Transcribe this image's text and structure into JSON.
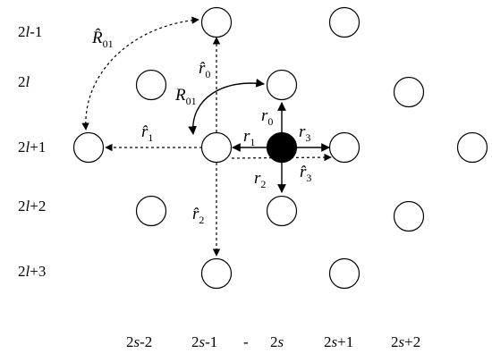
{
  "row_labels": [
    {
      "num": "2",
      "var": "l",
      "suffix": "-1"
    },
    {
      "num": "2",
      "var": "l",
      "suffix": ""
    },
    {
      "num": "2",
      "var": "l",
      "suffix": "+1"
    },
    {
      "num": "2",
      "var": "l",
      "suffix": "+2"
    },
    {
      "num": "2",
      "var": "l",
      "suffix": "+3"
    }
  ],
  "col_labels": [
    {
      "num": "2",
      "var": "s",
      "suffix": "-2"
    },
    {
      "num": "2",
      "var": "s",
      "suffix": "-1"
    },
    {
      "num": "2",
      "var": "s",
      "suffix": ""
    },
    {
      "num": "2",
      "var": "s",
      "suffix": "+1"
    },
    {
      "num": "2",
      "var": "s",
      "suffix": "+2"
    }
  ],
  "stray_dash": "-",
  "vector_labels": {
    "r0": {
      "base": "r",
      "sub": "0"
    },
    "r1": {
      "base": "r",
      "sub": "1"
    },
    "r2": {
      "base": "r",
      "sub": "2"
    },
    "r3": {
      "base": "r",
      "sub": "3"
    },
    "r0hat": {
      "base": "r̂",
      "sub": "0"
    },
    "r1hat": {
      "base": "r̂",
      "sub": "1"
    },
    "r2hat": {
      "base": "r̂",
      "sub": "2"
    },
    "r3hat": {
      "base": "r̂",
      "sub": "3"
    },
    "R01": {
      "base": "R",
      "sub": "01"
    },
    "R01hat": {
      "base": "R̂",
      "sub": "01"
    }
  }
}
